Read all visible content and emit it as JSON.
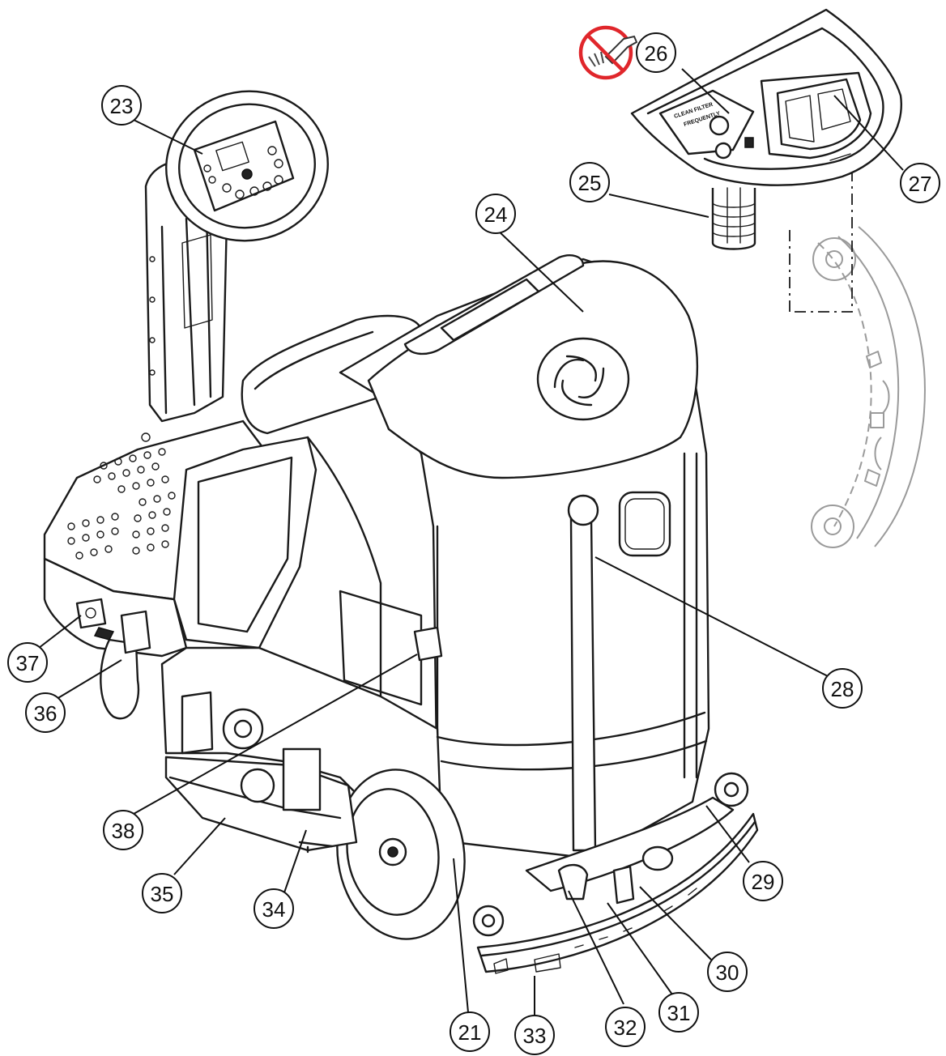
{
  "callouts": [
    {
      "id": "21",
      "label": "21"
    },
    {
      "id": "23",
      "label": "23"
    },
    {
      "id": "24",
      "label": "24"
    },
    {
      "id": "25",
      "label": "25"
    },
    {
      "id": "26",
      "label": "26"
    },
    {
      "id": "27",
      "label": "27"
    },
    {
      "id": "28",
      "label": "28"
    },
    {
      "id": "29",
      "label": "29"
    },
    {
      "id": "30",
      "label": "30"
    },
    {
      "id": "31",
      "label": "31"
    },
    {
      "id": "32",
      "label": "32"
    },
    {
      "id": "33",
      "label": "33"
    },
    {
      "id": "34",
      "label": "34"
    },
    {
      "id": "35",
      "label": "35"
    },
    {
      "id": "36",
      "label": "36"
    },
    {
      "id": "37",
      "label": "37"
    },
    {
      "id": "38",
      "label": "38"
    }
  ],
  "filter_label": {
    "line1": "CLEAN FILTER",
    "line2": "FREQUENTLY"
  },
  "colors": {
    "prohibited": "#e0262b",
    "line": "#1a1a1a",
    "background": "#ffffff"
  },
  "icons": {
    "no_spray": "no-water-jet-icon"
  }
}
